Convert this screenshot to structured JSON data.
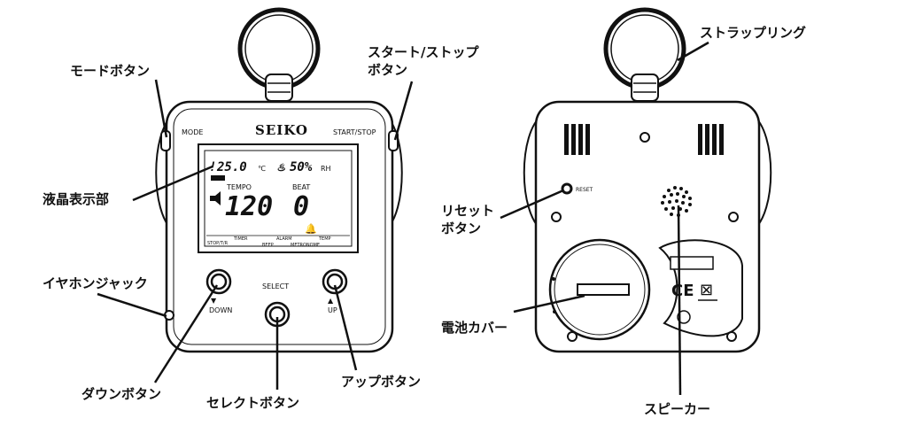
{
  "front": {
    "brand": "SEIKO",
    "mode_label": "MODE",
    "start_stop_label": "START/STOP",
    "select_label": "SELECT",
    "down_label": "DOWN",
    "up_label": "UP",
    "lcd": {
      "temperature": "25.0",
      "temperature_unit": "℃",
      "humidity": "50%",
      "humidity_unit": "RH",
      "tempo_label": "TEMPO",
      "beat_label": "BEAT",
      "tempo_value": "120",
      "beat_value": "0",
      "bottom_labels": [
        "STOP/T/R",
        "TIMER",
        "ALARM",
        "TEMP",
        "BEEP",
        "METRONOME"
      ]
    }
  },
  "back": {
    "reset_label": "RESET"
  },
  "callouts": {
    "mode_button": "モードボタン",
    "start_stop_button_line1": "スタート/ストップ",
    "start_stop_button_line2": "ボタン",
    "lcd_display": "液晶表示部",
    "earphone_jack": "イヤホンジャック",
    "down_button": "ダウンボタン",
    "select_button": "セレクトボタン",
    "up_button": "アップボタン",
    "strap_ring": "ストラップリング",
    "reset_button_line1": "リセット",
    "reset_button_line2": "ボタン",
    "battery_cover": "電池カバー",
    "speaker": "スピーカー"
  }
}
